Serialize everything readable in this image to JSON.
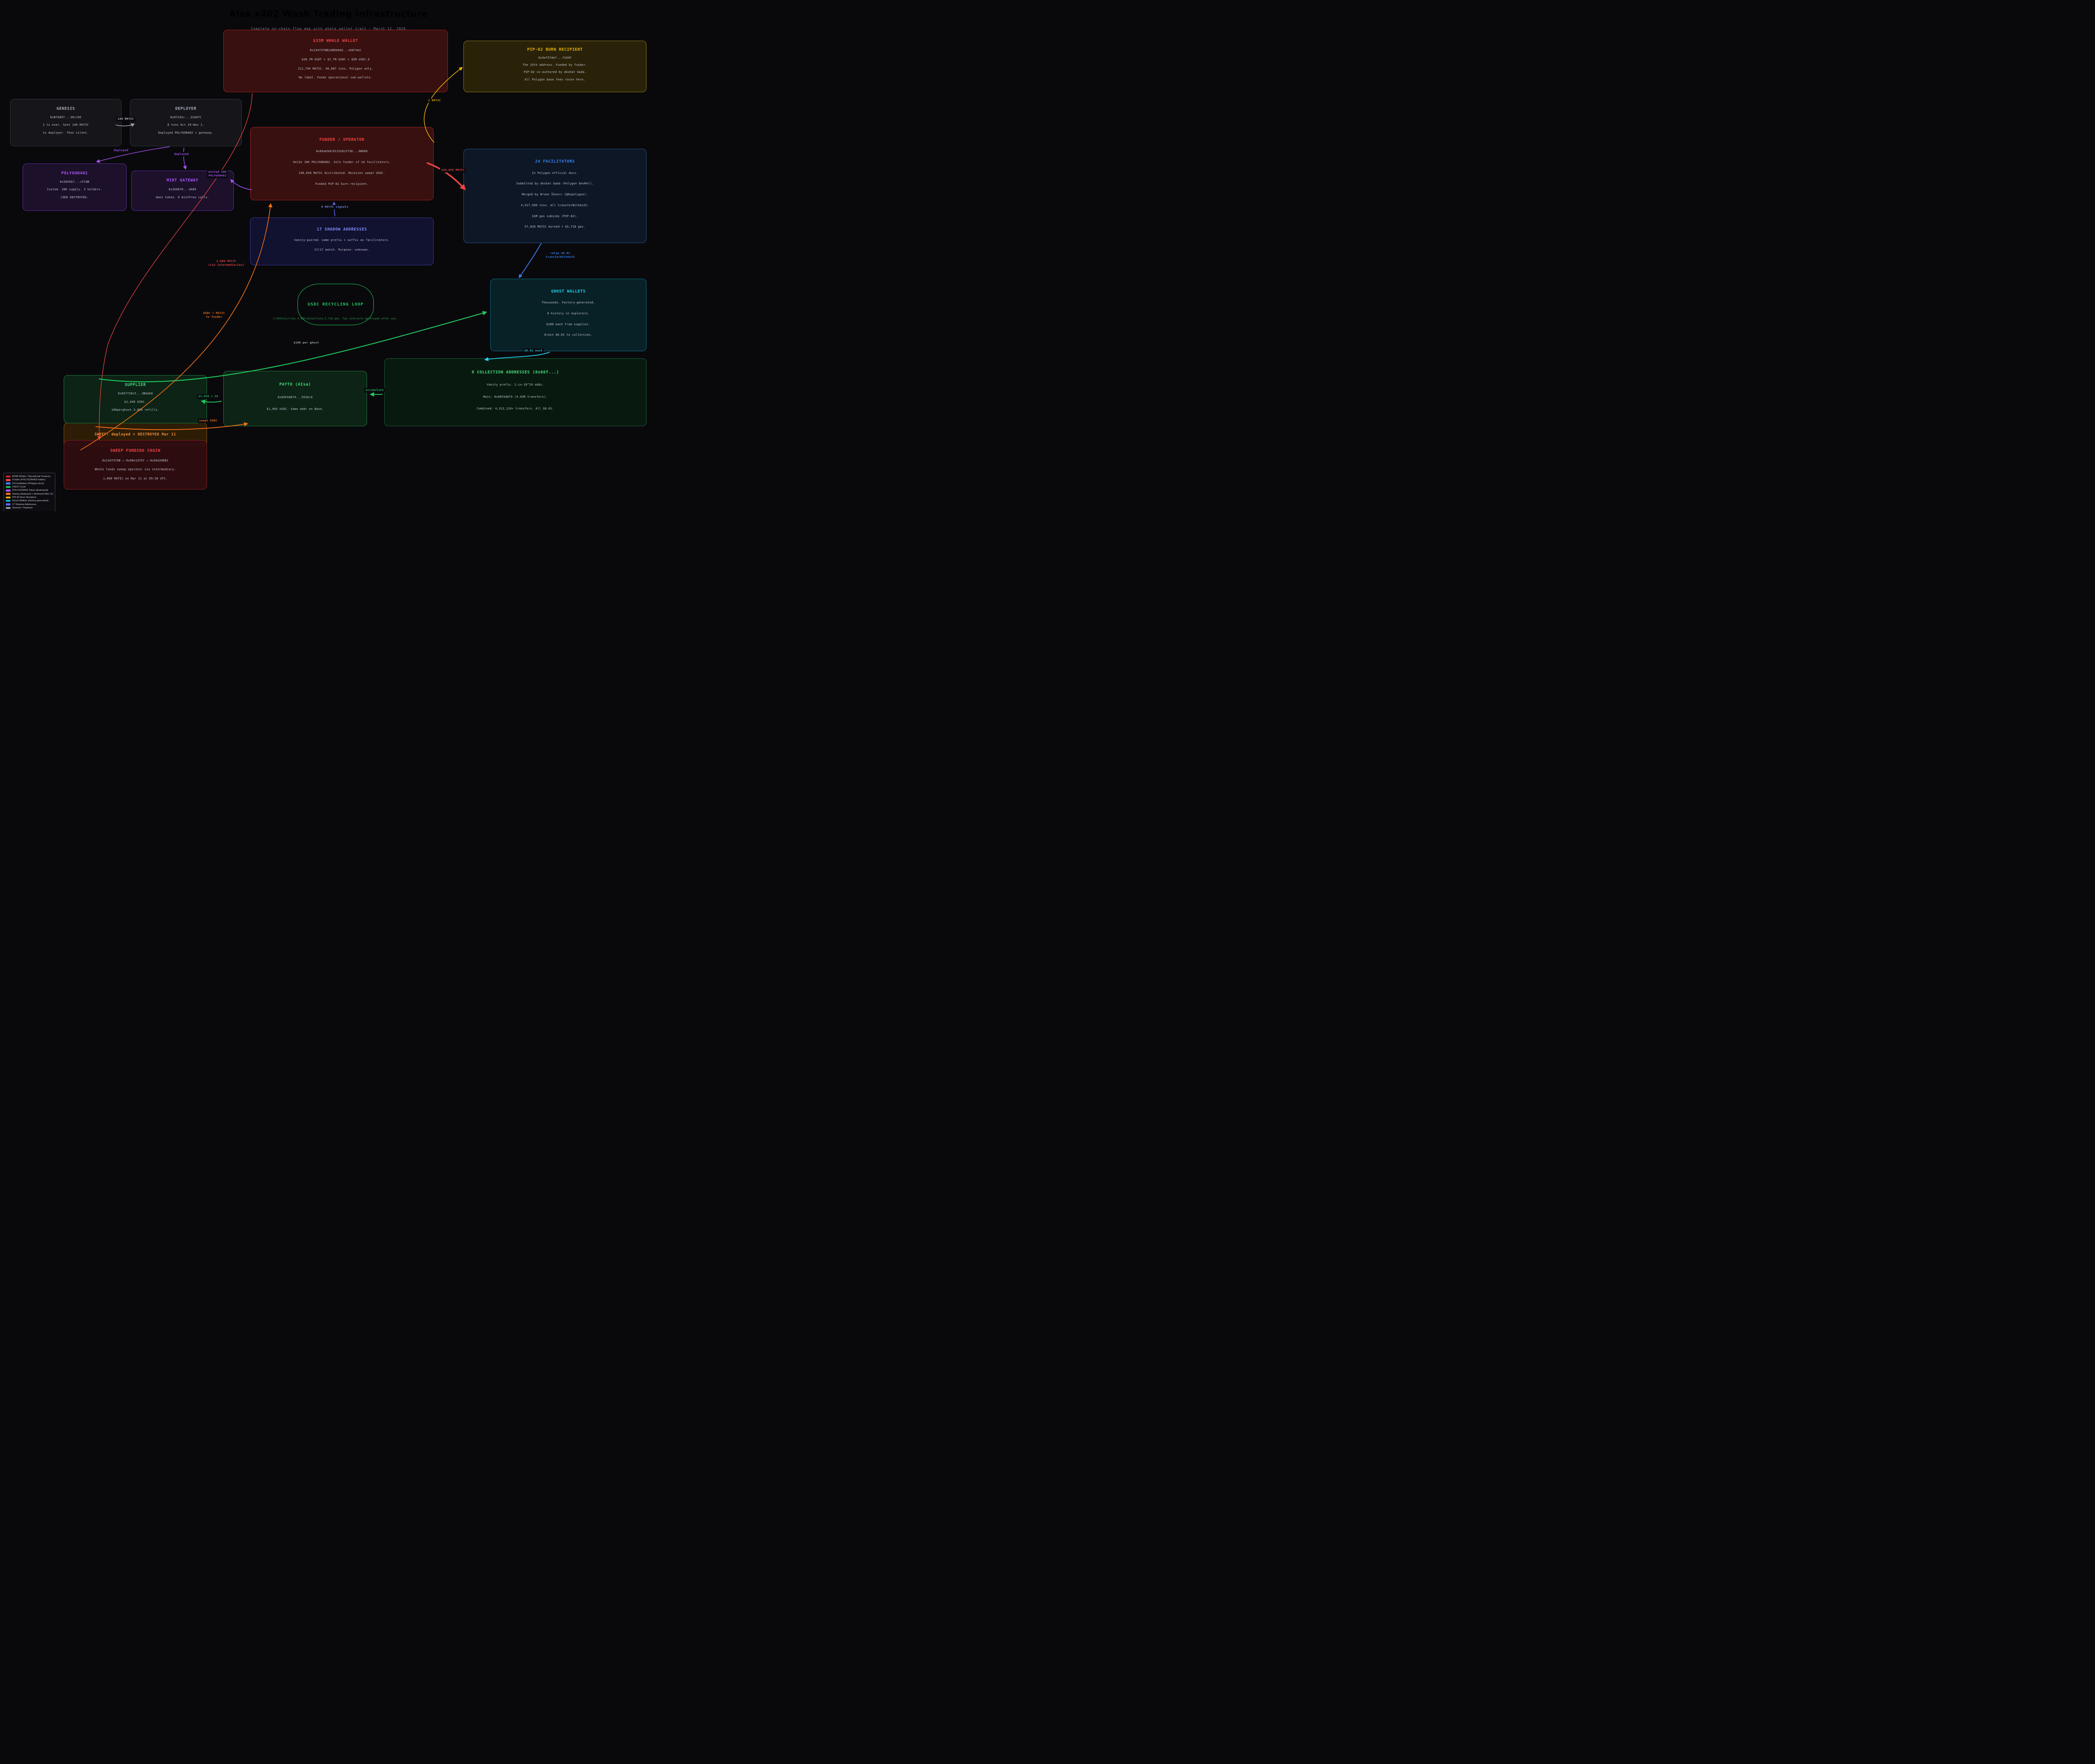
{
  "header": {
    "title": "AIsa x402 Wash Trading Infrastructure",
    "subtitle": "Complete on-chain flow map with whale wallet trail  ·  March 12, 2026"
  },
  "nodes": {
    "whale": {
      "title": "$33M WHALE WALLET",
      "lines": [
        "0x1347378B1d0Eb69d...ebE74eC",
        "$20.7M USDT + $7.7M USDC + $5M USDC.E",
        "211,794 MATIC. 46,887 txns. Polygon only.",
        "No label. Funds operational sub-wallets."
      ]
    },
    "pip82": {
      "title": "PIP-82 BURN RECIPIENT",
      "lines": [
        "0x3ef57def...f104F",
        "The 25th address. Funded by funder.",
        "PIP-82 co-authored by Akshat Gada.",
        "All Polygon base fees route here."
      ]
    },
    "genesis": {
      "title": "GENESIS",
      "lines": [
        "0xBfdd97...30c15E",
        "1 tx ever. Sent 140 MATIC",
        "to deployer. Then silent."
      ]
    },
    "deployer": {
      "title": "DEPLOYER",
      "lines": [
        "0x87162c...22A07C",
        "8 txns Oct 29-Nov 1.",
        "Deployed POLYGON402 + gateway."
      ]
    },
    "funder": {
      "title": "FUNDER / OPERATOR",
      "lines": [
        "0x89ab9dc912526c573D...9BbD6",
        "Holds 10K POLYGON402. Sole funder of 24 facilitators.",
        "148,650 MATIC distributed. Receives swept USDC.",
        "Funded PIP-82 burn recipient."
      ]
    },
    "facilitators": {
      "title": "24 FACILITATORS",
      "lines": [
        "In Polygon official docs.",
        "Submitted by Akshat Gada (Polygon DevRel).",
        "Merged by Bruno Škvorc (@0xpolygon).",
        "4,517,509 txns. All transferWithAuth.",
        "$1M gas subsidy (PIP-82).",
        "57,820 MATIC burned = $5,718 gas."
      ]
    },
    "polygon402": {
      "title": "POLYGON402",
      "lines": [
        "0x5845b7...c57dB",
        "Custom. 28K supply. 3 holders.",
        "CODE DESTROYED."
      ]
    },
    "mint_gateway": {
      "title": "MINT GATEWAY",
      "lines": [
        "0x2b667D...dA89",
        "Owns token. 6 mintFree calls."
      ]
    },
    "shadow": {
      "title": "17 SHADOW ADDRESSES",
      "lines": [
        "Vanity-paired: same prefix + suffix as facilitators.",
        "17/17 match. Purpose: unknown."
      ]
    },
    "usdc_loop": {
      "title": "USDC RECYCLING LOOP",
      "caption": "3,050incircles.4.5Mtransactions.5,718 gas. Two contracts destroyed after use."
    },
    "ghost": {
      "title": "GHOST WALLETS",
      "lines": [
        "Thousands. Factory-generated.",
        "0 history in explorers.",
        "$100 each from supplier.",
        "Drain $0.01 to collection."
      ]
    },
    "collection": {
      "title": "9 COLLECTION ADDRESSES (0x66f...)",
      "lines": [
        "Vanity prefix. 1-in-10^29 odds.",
        "Main: 0x66FA4D79 (4.03M transfers).",
        "Combined: 4,312,116+ transfers. All $0.01."
      ]
    },
    "supplier": {
      "title": "SUPPLIER",
      "lines": [
        "0x897720c5...3BbAb8",
        "$1,440 USDC.",
        "100perghost.3,050 refills."
      ]
    },
    "payto": {
      "title": "PAYTO (AIsa)",
      "lines": [
        "0x66FA4D79...952Ec8",
        "$1,965 USDC. Same addr on Base."
      ]
    },
    "sweep": {
      "title": "SWEEP: deployed + DESTROYED Mar 11"
    },
    "sweep_chain": {
      "title": "SWEEP FUNDING CHAIN",
      "lines": [
        "0x1347378B → 0x00e13f97 → 0xd9a50DB1",
        "Whale funds sweep operator via intermediary.",
        "1,000 MATIC on Mar 11 at 05:56 UTC."
      ]
    }
  },
  "edge_labels": {
    "matic_140": "140 MATIC",
    "deployed_token": "deployed",
    "deployed_gateway": "deployed",
    "minted_line1": "minted 10K",
    "minted_line2": "POLYGON402",
    "matic_1": "1 MATIC",
    "matic_148650": "148,650 MATIC",
    "signals": "0 MATIC signals",
    "relay_line1": "relay $0.01",
    "relay_line2": "transferWithAuth",
    "via_line1": "1,000 MATIC",
    "via_line2": "(via intermediaries)",
    "usdc_matic_line1": "USDC + MATIC",
    "usdc_matic_line2": "to funder",
    "per_ghost": "$100 per ghost",
    "each_001": "$0.01 each",
    "accumulate": "accumulate",
    "x3050": "$3,050 × 10",
    "swept_usdc": "swept USDC"
  },
  "legend": {
    "items": [
      {
        "color": "#dc2626",
        "label": "$33M Whale / Operational Treasury"
      },
      {
        "color": "#ef4444",
        "label": "Funder (POLYGON402 holder)"
      },
      {
        "color": "#3b82f6",
        "label": "24 Facilitators (Polygon docs)"
      },
      {
        "color": "#22c55e",
        "label": "USDC Cycle"
      },
      {
        "color": "#a855f7",
        "label": "POLYGON402 Token (destroyed)"
      },
      {
        "color": "#f97316",
        "label": "Sweep (deployed + destroyed Mar 11)"
      },
      {
        "color": "#eab308",
        "label": "PIP-82 Burn Recipient"
      },
      {
        "color": "#06b6d4",
        "label": "Ghost Wallets (factory-generated)"
      },
      {
        "color": "#6366f1",
        "label": "17 Shadow Addresses"
      },
      {
        "color": "#9ca3af",
        "label": "Genesis / Deployer"
      }
    ]
  }
}
